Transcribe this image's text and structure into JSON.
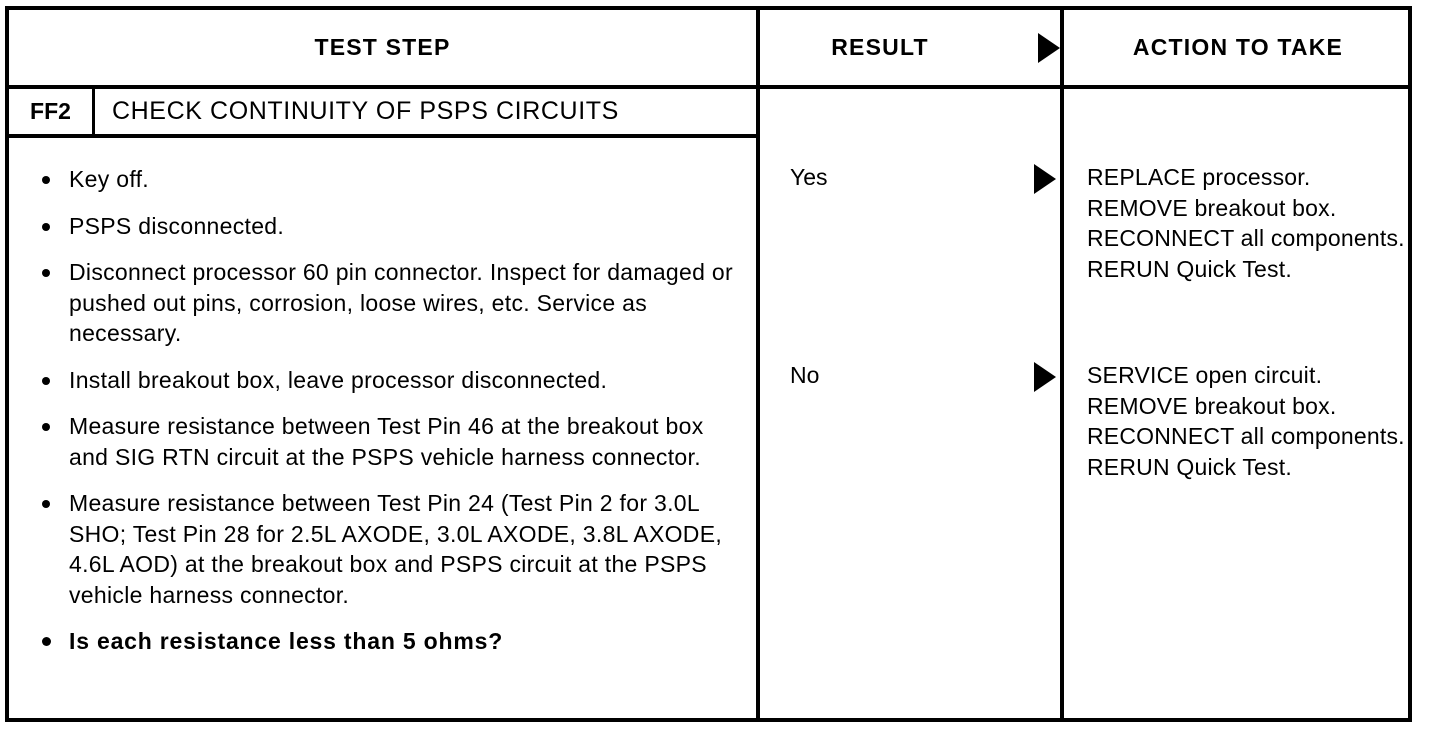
{
  "table": {
    "columns": [
      {
        "id": "test-step",
        "label": "TEST STEP"
      },
      {
        "id": "result",
        "label": "RESULT",
        "arrow_icon": "right-triangle-icon"
      },
      {
        "id": "action",
        "label": "ACTION TO TAKE"
      }
    ],
    "step": {
      "code": "FF2",
      "title": "CHECK CONTINUITY OF PSPS CIRCUITS",
      "instructions": [
        {
          "text": "Key off.",
          "bold": false
        },
        {
          "text": "PSPS disconnected.",
          "bold": false
        },
        {
          "text": "Disconnect processor 60 pin connector. Inspect for damaged or pushed out pins, corrosion, loose wires, etc. Service as necessary.",
          "bold": false
        },
        {
          "text": "Install breakout box, leave processor disconnected.",
          "bold": false
        },
        {
          "text": "Measure resistance between Test Pin 46 at the breakout box and SIG RTN circuit at the PSPS vehicle harness connector.",
          "bold": false
        },
        {
          "text": "Measure resistance between Test Pin 24 (Test Pin 2 for 3.0L SHO; Test Pin 28 for 2.5L AXODE, 3.0L AXODE, 3.8L AXODE, 4.6L AOD) at the breakout box and PSPS circuit at the PSPS vehicle harness connector.",
          "bold": false
        },
        {
          "text": "Is each resistance less than 5 ohms?",
          "bold": true
        }
      ],
      "branches": [
        {
          "result": "Yes",
          "arrow_icon": "right-triangle-icon",
          "action": "REPLACE processor. REMOVE breakout box. RECONNECT all components. RERUN Quick Test."
        },
        {
          "result": "No",
          "arrow_icon": "right-triangle-icon",
          "action": "SERVICE open circuit. REMOVE breakout box. RECONNECT all components. RERUN Quick Test."
        }
      ]
    }
  },
  "colors": {
    "ink": "#000000",
    "paper": "#ffffff"
  }
}
